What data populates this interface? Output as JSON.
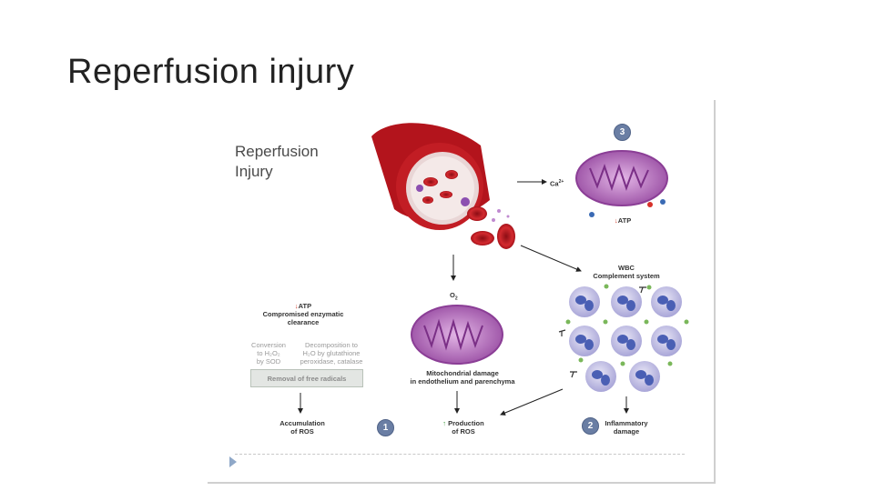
{
  "slide": {
    "title": "Reperfusion injury"
  },
  "figure": {
    "title_line1": "Reperfusion",
    "title_line2": "Injury",
    "calcium": "Ca",
    "calcium_sup": "2+",
    "atp_right_arrow": "↓",
    "atp_right": "ATP",
    "oxygen": "O",
    "oxygen_sub": "2",
    "wbc_line1": "WBC",
    "wbc_line2": "Complement system",
    "left_atp_arrow": "↓",
    "left_atp": "ATP",
    "compromised_line1": "Compromised enzymatic",
    "compromised_line2": "clearance",
    "conversion_line1": "Conversion",
    "conversion_line2": "to H₂O₂",
    "conversion_line3": "by SOD",
    "decomposition_line1": "Decomposition to",
    "decomposition_line2": "H₂O by glutathione",
    "decomposition_line3": "peroxidase, catalase",
    "removal": "Removal of free radicals",
    "mito_damage_line1": "Mitochondrial damage",
    "mito_damage_line2": "in endothelium and parenchyma",
    "accumulation_line1": "Accumulation",
    "accumulation_line2": "of ROS",
    "production_arrow": "↑",
    "production_line1": "Production",
    "production_line2": "of ROS",
    "inflammatory_line1": "Inflammatory",
    "inflammatory_line2": "damage",
    "badge1": "1",
    "badge2": "2",
    "badge3": "3"
  },
  "colors": {
    "badge": "#6a7ea4",
    "mitochondria": "#b06ab5",
    "vessel": "#b3141c",
    "wbc_cell": "#b6b3e0",
    "wbc_nucleus": "#4a5fb4"
  }
}
